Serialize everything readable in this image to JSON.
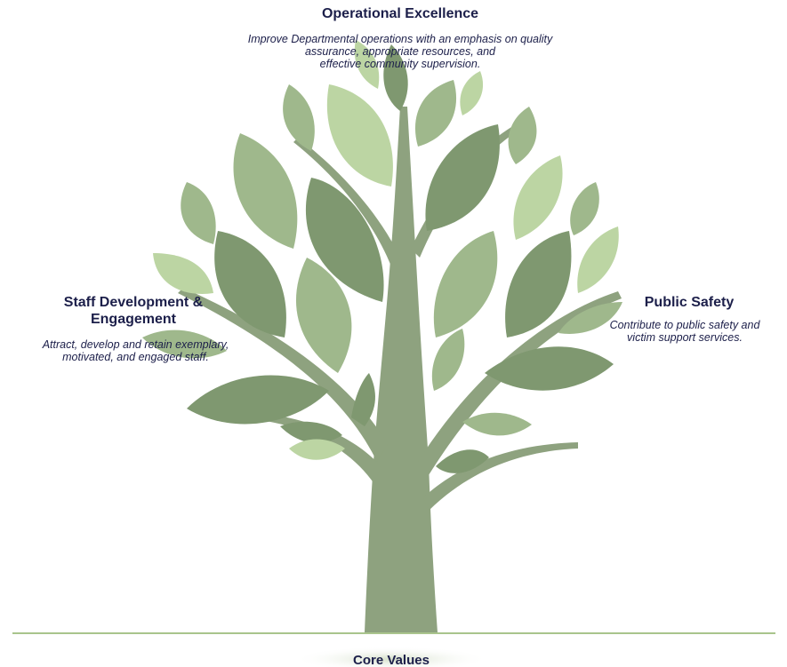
{
  "operational_excellence": {
    "title": "Operational Excellence",
    "description_lines": [
      "Improve Departmental operations with an emphasis on quality",
      "assurance, appropriate resources, and",
      "effective community supervision."
    ]
  },
  "staff_development": {
    "title_lines": [
      "Staff Development &",
      "Engagement"
    ],
    "description_lines": [
      "Attract, develop and retain exemplary,",
      "motivated, and engaged staff."
    ]
  },
  "public_safety": {
    "title": "Public Safety",
    "description_lines": [
      "Contribute to public safety and",
      "victim support services."
    ]
  },
  "core_values": {
    "title": "Core Values"
  },
  "colors": {
    "text": "#1c1f4a",
    "trunk": "#8ea27f",
    "leaf_dark": "#7f9870",
    "leaf_mid": "#9fb88c",
    "leaf_light": "#bcd5a3",
    "ground_line": "#a9c48c"
  }
}
